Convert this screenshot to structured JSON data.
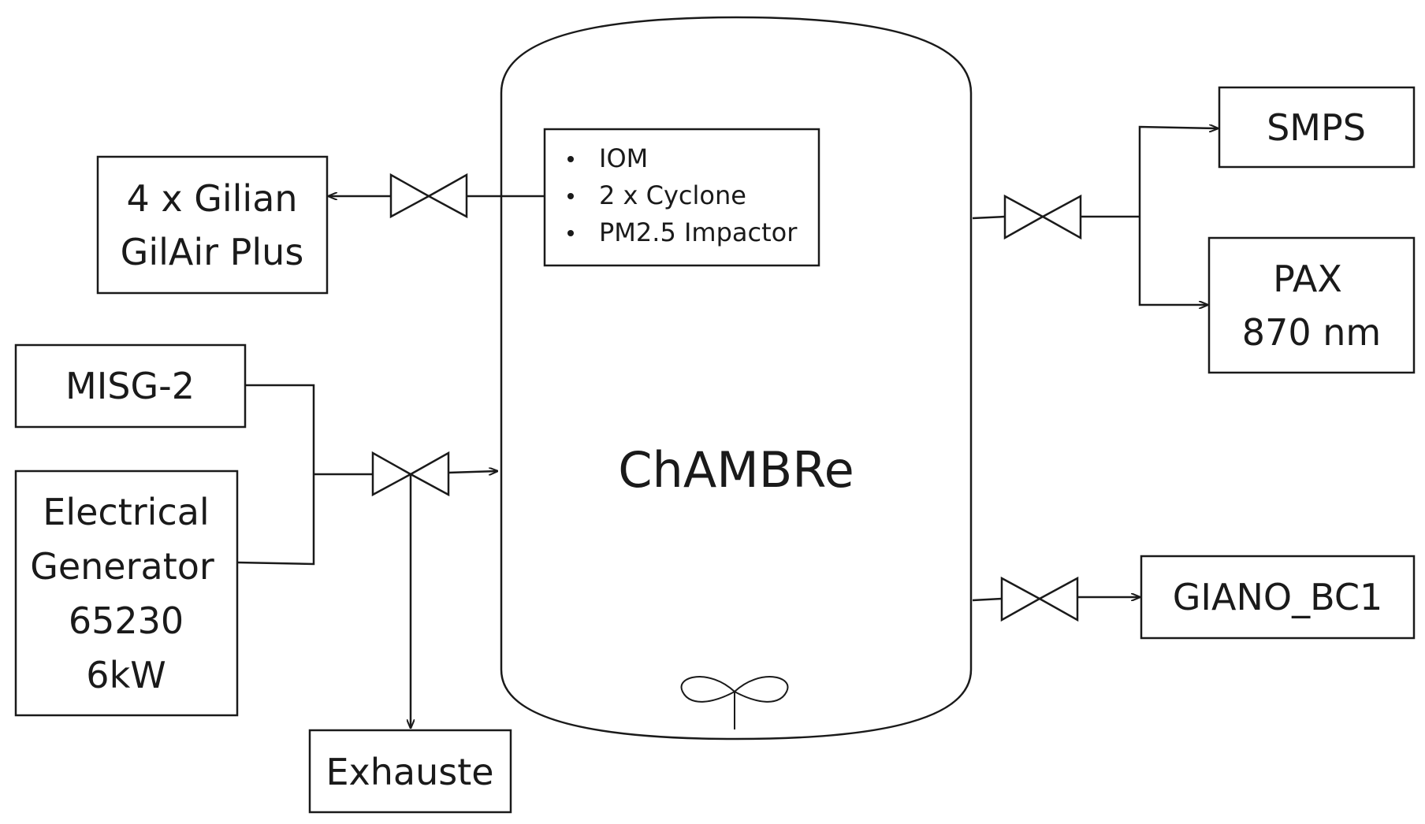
{
  "chamber": {
    "label": "ChAMBRe"
  },
  "sampler_box": {
    "items": [
      "IOM",
      "2 x Cyclone",
      "PM2.5 Impactor"
    ]
  },
  "gilian": {
    "line1": "4 x Gilian",
    "line2": "GilAir Plus"
  },
  "misg": {
    "label": "MISG-2"
  },
  "generator": {
    "line1": "Electrical",
    "line2": "Generator",
    "line3": "65230",
    "line4": "6kW"
  },
  "exhaust": {
    "label": "Exhauste"
  },
  "smps": {
    "label": "SMPS"
  },
  "pax": {
    "line1": "PAX",
    "line2": "870 nm"
  },
  "giano": {
    "label": "GIANO_BC1"
  }
}
